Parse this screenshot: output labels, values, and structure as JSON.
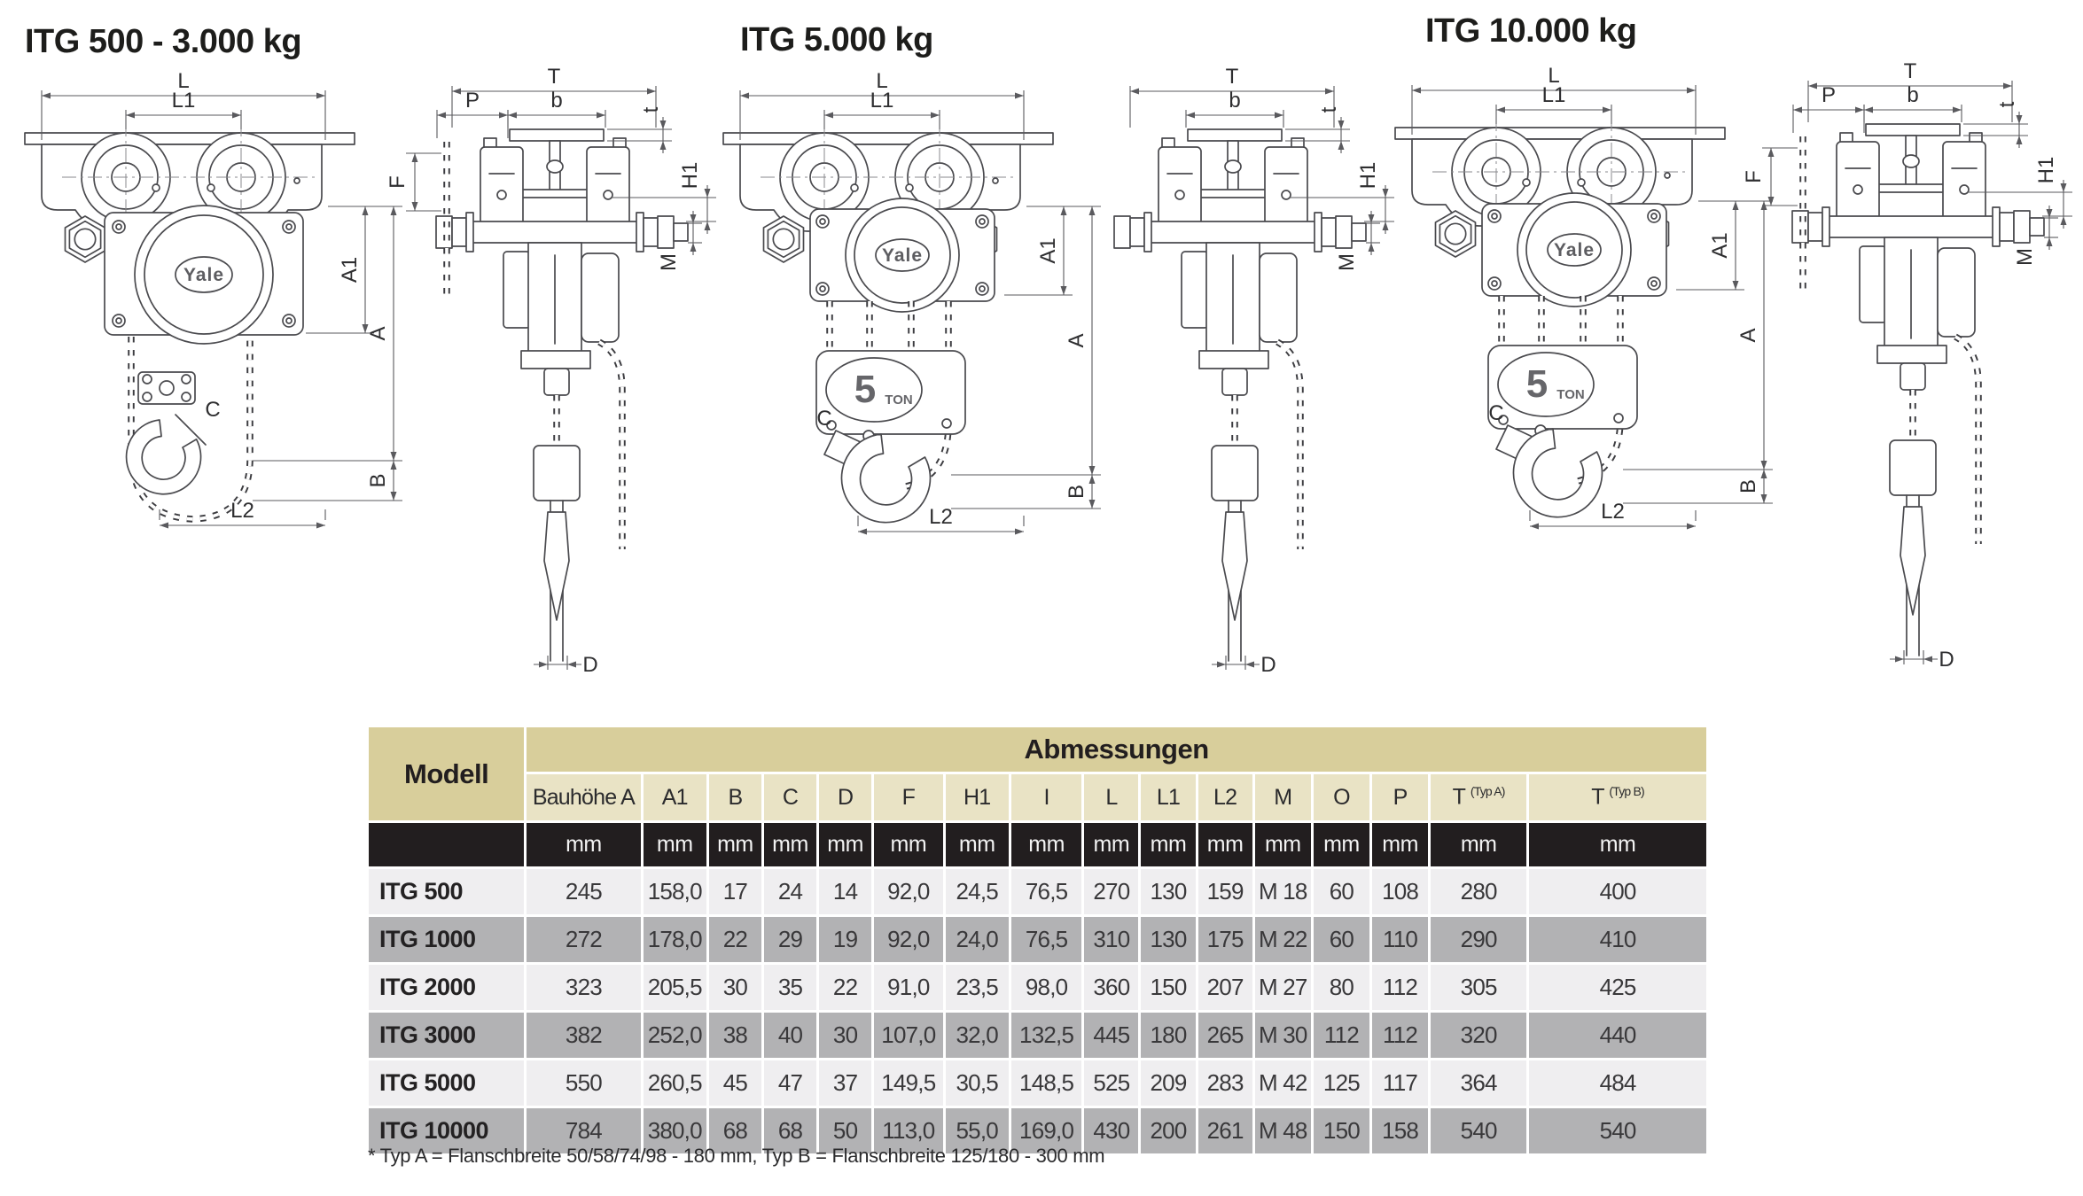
{
  "drawings": {
    "hoist_logo": "Yale",
    "hook_block_number": "5",
    "hook_block_unit": "TON",
    "groups": [
      {
        "title": "ITG 500 - 3.000 kg",
        "front_labels": {
          "L": "L",
          "L1": "L1",
          "A1": "A1",
          "A": "A",
          "B": "B",
          "L2": "L2",
          "C": "C"
        },
        "side_labels": {
          "F": "F",
          "T": "T",
          "P": "P",
          "b": "b",
          "t": "t",
          "H1": "H1",
          "M": "M",
          "D": "D"
        }
      },
      {
        "title": "ITG 5.000 kg",
        "front_labels": {
          "L": "L",
          "L1": "L1",
          "A1": "A1",
          "A": "A",
          "B": "B",
          "L2": "L2",
          "C": "C"
        },
        "side_labels": {
          "T": "T",
          "b": "b",
          "t": "t",
          "H1": "H1",
          "M": "M",
          "D": "D"
        }
      },
      {
        "title": "ITG 10.000 kg",
        "front_labels": {
          "L": "L",
          "L1": "L1",
          "A1": "A1",
          "A": "A",
          "B": "B",
          "L2": "L2",
          "C": "C"
        },
        "side_labels": {
          "F": "F",
          "T": "T",
          "P": "P",
          "b": "b",
          "t": "t",
          "H1": "H1",
          "M": "M",
          "D": "D"
        }
      }
    ]
  },
  "table": {
    "model_header": "Modell",
    "dimensions_header": "Abmessungen",
    "unit": "mm",
    "columns": [
      {
        "label": "Bauhöhe A",
        "sup": ""
      },
      {
        "label": "A1",
        "sup": ""
      },
      {
        "label": "B",
        "sup": ""
      },
      {
        "label": "C",
        "sup": ""
      },
      {
        "label": "D",
        "sup": ""
      },
      {
        "label": "F",
        "sup": ""
      },
      {
        "label": "H1",
        "sup": ""
      },
      {
        "label": "I",
        "sup": ""
      },
      {
        "label": "L",
        "sup": ""
      },
      {
        "label": "L1",
        "sup": ""
      },
      {
        "label": "L2",
        "sup": ""
      },
      {
        "label": "M",
        "sup": ""
      },
      {
        "label": "O",
        "sup": ""
      },
      {
        "label": "P",
        "sup": ""
      },
      {
        "label": "T",
        "sup": "(Typ A)"
      },
      {
        "label": "T",
        "sup": "(Typ B)"
      }
    ],
    "rows": [
      {
        "model": "ITG 500",
        "values": [
          "245",
          "158,0",
          "17",
          "24",
          "14",
          "92,0",
          "24,5",
          "76,5",
          "270",
          "130",
          "159",
          "M 18",
          "60",
          "108",
          "280",
          "400"
        ]
      },
      {
        "model": "ITG 1000",
        "values": [
          "272",
          "178,0",
          "22",
          "29",
          "19",
          "92,0",
          "24,0",
          "76,5",
          "310",
          "130",
          "175",
          "M 22",
          "60",
          "110",
          "290",
          "410"
        ]
      },
      {
        "model": "ITG 2000",
        "values": [
          "323",
          "205,5",
          "30",
          "35",
          "22",
          "91,0",
          "23,5",
          "98,0",
          "360",
          "150",
          "207",
          "M 27",
          "80",
          "112",
          "305",
          "425"
        ]
      },
      {
        "model": "ITG 3000",
        "values": [
          "382",
          "252,0",
          "38",
          "40",
          "30",
          "107,0",
          "32,0",
          "132,5",
          "445",
          "180",
          "265",
          "M 30",
          "112",
          "112",
          "320",
          "440"
        ]
      },
      {
        "model": "ITG 5000",
        "values": [
          "550",
          "260,5",
          "45",
          "47",
          "37",
          "149,5",
          "30,5",
          "148,5",
          "525",
          "209",
          "283",
          "M 42",
          "125",
          "117",
          "364",
          "484"
        ]
      },
      {
        "model": "ITG 10000",
        "values": [
          "784",
          "380,0",
          "68",
          "68",
          "50",
          "113,0",
          "55,0",
          "169,0",
          "430",
          "200",
          "261",
          "M 48",
          "150",
          "158",
          "540",
          "540"
        ]
      }
    ]
  },
  "footnote": "* Typ A = Flanschbreite 50/58/74/98 - 180 mm, Typ B = Flanschbreite 125/180 - 300 mm",
  "colors": {
    "header_tan": "#d8ce9b",
    "header_tan_light": "#e9e3c5",
    "unit_row_black": "#221e1f",
    "row_light": "#efeef0",
    "row_gray": "#b2b2b4",
    "line": "#4a4a4e"
  }
}
